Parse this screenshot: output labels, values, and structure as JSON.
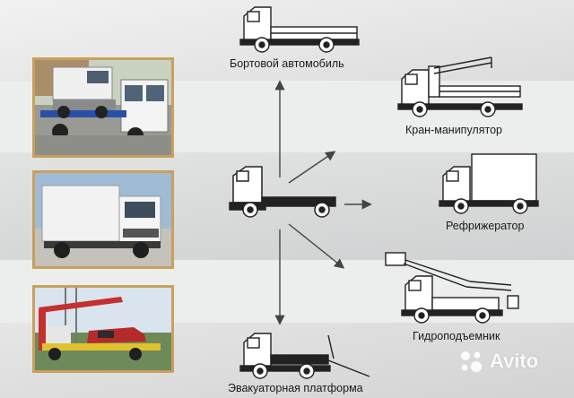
{
  "labels": {
    "flatbed": "Бортовой автомобиль",
    "crane": "Кран-манипулятор",
    "refrigerator": "Рефрижератор",
    "aerial_lift": "Гидроподъемник",
    "tow_platform": "Эвакуаторная платформа"
  },
  "watermark": {
    "text": "Avito"
  },
  "colors": {
    "frame": "#c9a05c",
    "background": "#eceded",
    "stripe": "#d9dadb",
    "arrow": "#444444"
  }
}
